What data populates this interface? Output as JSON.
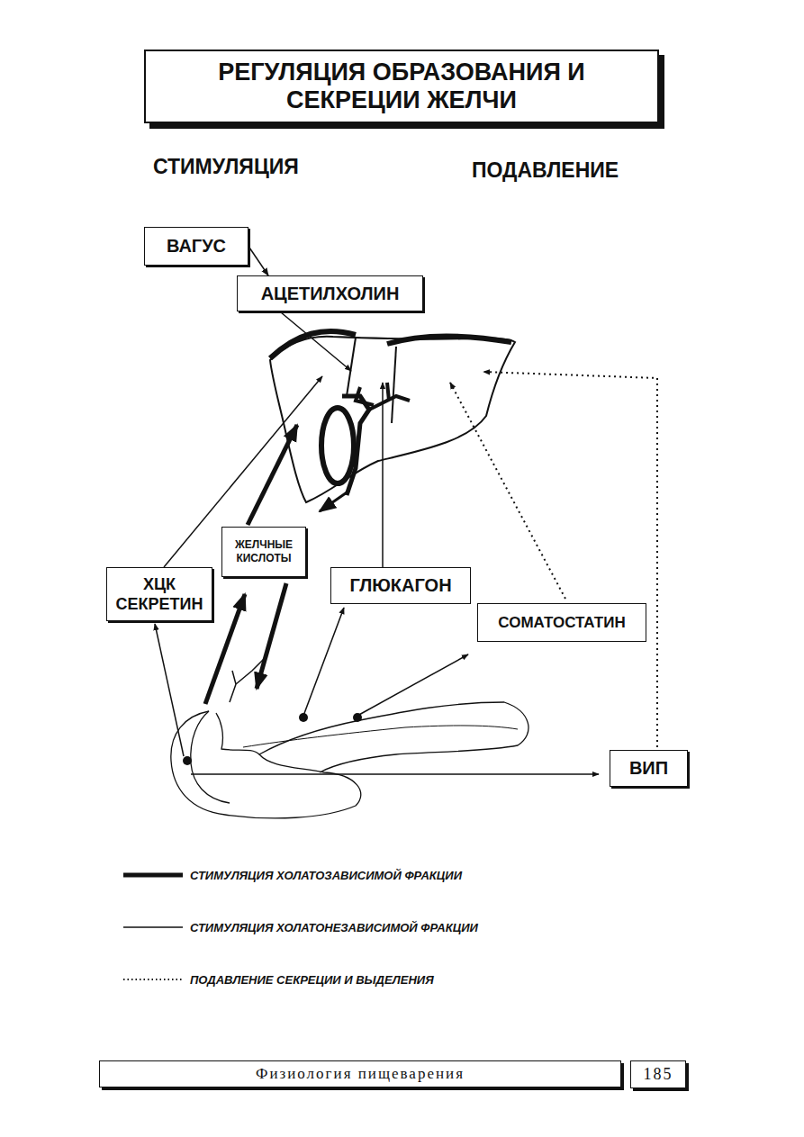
{
  "diagram": {
    "title": "РЕГУЛЯЦИЯ ОБРАЗОВАНИЯ И СЕКРЕЦИИ ЖЕЛЧИ",
    "nodes": [
      {
        "text": [
          "ВАГУС"
        ]
      },
      {
        "text": [
          "АЦЕТИЛХОЛИН"
        ]
      },
      {
        "text": [
          "ХЦК СЕКРЕТИН"
        ]
      },
      {
        "text": [
          "ЖЕЛЧНЫЕ КИСЛОТЫ"
        ]
      },
      {
        "text": [
          "ГЛЮКАГОН"
        ]
      },
      {
        "text": [
          "СОМАТОСТАТИН"
        ]
      },
      {
        "text": [
          "ВИП"
        ]
      },
      {
        "text": [
          "Физиология пищеварения"
        ]
      },
      {
        "text": [
          "185"
        ]
      }
    ],
    "edges": [
      {
        "from": 0,
        "to": 1,
        "arrow": "to"
      }
    ],
    "labels": [
      "СТИМУЛЯЦИЯ",
      "ПОДАВЛЕНИЕ"
    ],
    "legend": [
      {
        "text": "СТИМУЛЯЦИЯ ХОЛАТОЗАВИСИМОЙ ФРАКЦИИ"
      },
      {
        "text": "СТИМУЛЯЦИЯ ХОЛАТОНЕЗАВИСИМОЙ ФРАКЦИИ"
      },
      {
        "text": "ПОДАВЛЕНИЕ СЕКРЕЦИИ И ВЫДЕЛЕНИЯ"
      }
    ]
  }
}
